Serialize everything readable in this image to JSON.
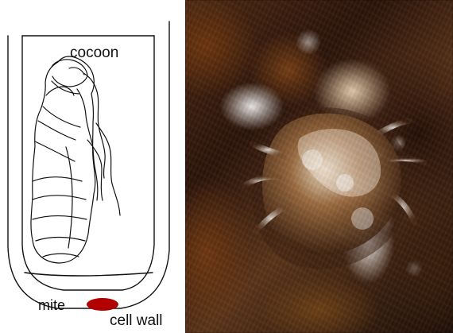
{
  "diagram": {
    "labels": {
      "cocoon": "cocoon",
      "mite": "mite",
      "cell_wall": "cell wall"
    },
    "colors": {
      "line": "#111111",
      "mite": "#b20000",
      "background": "#ffffff"
    }
  },
  "photo": {
    "subject_icon": "mite-photo",
    "palette": {
      "dark_brown": "#2b140b",
      "mid_brown": "#6b3c19",
      "light_tan": "#d2b18a",
      "highlight": "#ffffff"
    }
  }
}
